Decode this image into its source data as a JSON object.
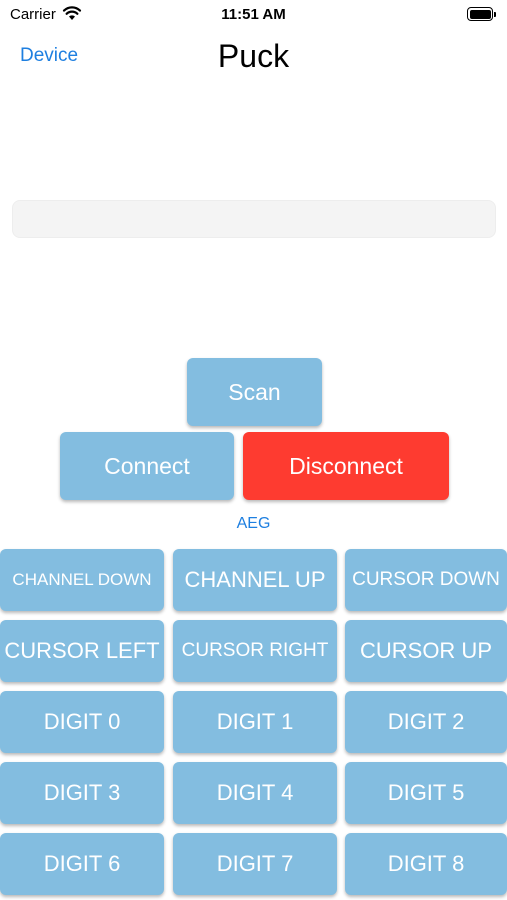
{
  "status_bar": {
    "carrier": "Carrier",
    "time": "11:51 AM",
    "icons": [
      "wifi-icon",
      "battery-icon"
    ]
  },
  "nav": {
    "back_label": "Device",
    "title": "Puck"
  },
  "text_field": {
    "value": ""
  },
  "buttons": {
    "scan": "Scan",
    "connect": "Connect",
    "disconnect": "Disconnect"
  },
  "device_label": "AEG",
  "remote_keys": [
    [
      "CHANNEL DOWN",
      "CHANNEL UP",
      "CURSOR DOWN"
    ],
    [
      "CURSOR LEFT",
      "CURSOR RIGHT",
      "CURSOR UP"
    ],
    [
      "DIGIT 0",
      "DIGIT 1",
      "DIGIT 2"
    ],
    [
      "DIGIT 3",
      "DIGIT 4",
      "DIGIT 5"
    ],
    [
      "DIGIT 6",
      "DIGIT 7",
      "DIGIT 8"
    ]
  ],
  "colors": {
    "accent": "#1e7fe0",
    "button": "#83bde0",
    "disconnect": "#fe3b30"
  }
}
